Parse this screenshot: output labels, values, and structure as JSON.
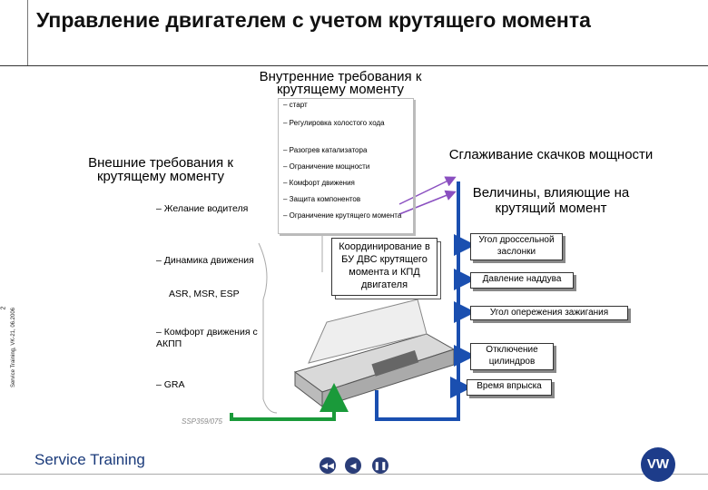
{
  "title": "Управление двигателем с учетом крутящего момента",
  "side_caption": "Service Training, VK-21, 06.2006",
  "page_number": "2",
  "internal": {
    "heading": "Внутренние требования к крутящему моменту",
    "items": [
      "– старт",
      "– Регулировка холостого хода",
      "– Разогрев катализатора",
      "– Ограничение мощности",
      "– Комфорт движения",
      "– Защита компонентов",
      "– Ограничение крутящего момента"
    ]
  },
  "external": {
    "heading": "Внешние требования к крутящему моменту",
    "items": [
      "– Желание водителя",
      "– Динамика движения",
      "ASR, MSR, ESP",
      "– Комфорт движения с АКПП",
      "– GRA"
    ]
  },
  "coordination": "Координирование в БУ ДВС крутящего момента и КПД двигателя",
  "smoothing": "Сглаживание скачков мощности",
  "influencing": "Величины, влияющие на крутящий момент",
  "factors": [
    "Угол дроссельной заслонки",
    "Давление наддува",
    "Угол опережения зажигания",
    "Отключение цилиндров",
    "Время впрыска"
  ],
  "figure_code": "SSP359/075",
  "brand": "Service Training",
  "logo": "VW",
  "nav_icons": [
    "prev-icon",
    "back-icon",
    "pause-icon"
  ],
  "colors": {
    "green_arrow": "#1a9a3a",
    "blue_arrow": "#1a4fb0",
    "dark_blue": "#2a3d78"
  }
}
